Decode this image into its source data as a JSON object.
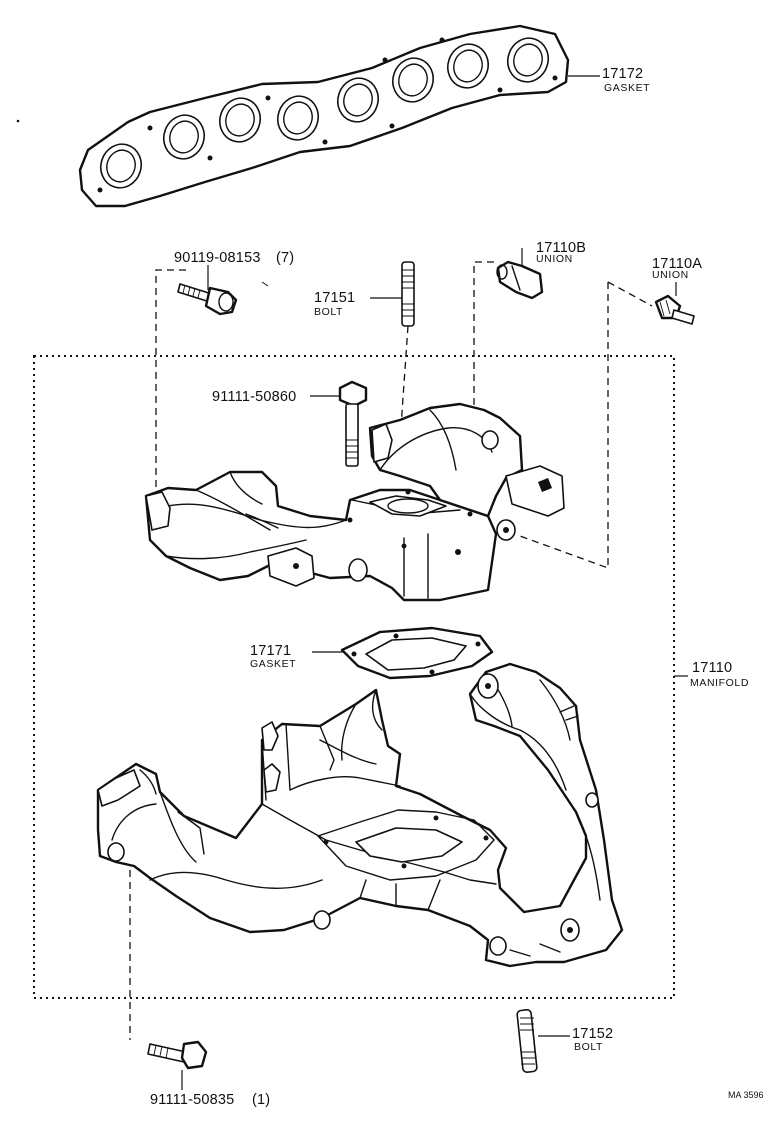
{
  "figure_ref": "MA 3596",
  "parts": {
    "gasket_top": {
      "number": "17172",
      "name": "GASKET"
    },
    "bolt_a": {
      "number": "90119-08153",
      "qty": "(7)"
    },
    "bolt_stud_upper": {
      "number": "17151",
      "name": "BOLT"
    },
    "union_b": {
      "number": "17110B",
      "name": "UNION"
    },
    "union_a": {
      "number": "17110A",
      "name": "UNION"
    },
    "bolt_b": {
      "number": "91111-50860"
    },
    "gasket_mid": {
      "number": "17171",
      "name": "GASKET"
    },
    "manifold": {
      "number": "17110",
      "name": "MANIFOLD"
    },
    "bolt_stud_lower": {
      "number": "17152",
      "name": "BOLT"
    },
    "bolt_c": {
      "number": "91111-50835",
      "qty": "(1)"
    }
  }
}
